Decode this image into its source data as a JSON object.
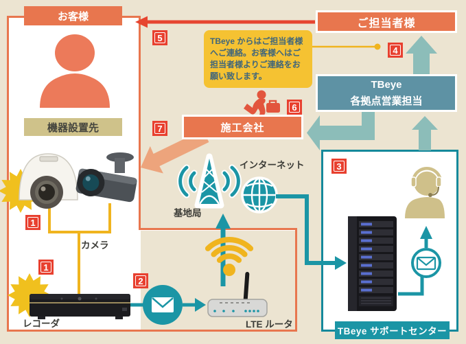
{
  "colors": {
    "background": "#ece4d1",
    "salmon": "#e8764e",
    "red_arrow": "#e64530",
    "badge_red": "#e8402f",
    "steel_blue": "#5e92a4",
    "light_teal": "#8cbdb9",
    "teal": "#1b95a5",
    "support_border": "#15899b",
    "bubble_yellow": "#f5c232",
    "wire_yellow": "#f0b41e",
    "tan": "#cfc28a"
  },
  "customer": {
    "header": "お客様",
    "site_label": "機器設置先",
    "camera_label": "カメラ",
    "recorder_label": "レコーダ",
    "router_label": "LTE ルータ"
  },
  "network": {
    "base_station": "基地局",
    "internet": "インターネット"
  },
  "contact_box": "ご担当者様",
  "sales_box": {
    "line1": "TBeye",
    "line2": "各拠点営業担当"
  },
  "contractor_box": "施工会社",
  "support_box": "TBeye サポートセンター",
  "bubble": {
    "line1": "TBeye からはご担当者様",
    "line2": "へご連絡。お客様へはご",
    "line3": "担当者様よりご連絡をお",
    "line4": "願い致します。"
  },
  "badges": {
    "b1a": "1",
    "b1b": "1",
    "b2": "2",
    "b3": "3",
    "b4": "4",
    "b5": "5",
    "b6": "6",
    "b7": "7"
  },
  "icons": [
    "customer-person",
    "dome-camera",
    "bullet-camera",
    "recorder",
    "mail-envelope",
    "lte-router",
    "wifi-signal",
    "base-station-tower",
    "internet-globe",
    "server-rack",
    "operator-headset",
    "running-courier",
    "alert-starburst"
  ]
}
